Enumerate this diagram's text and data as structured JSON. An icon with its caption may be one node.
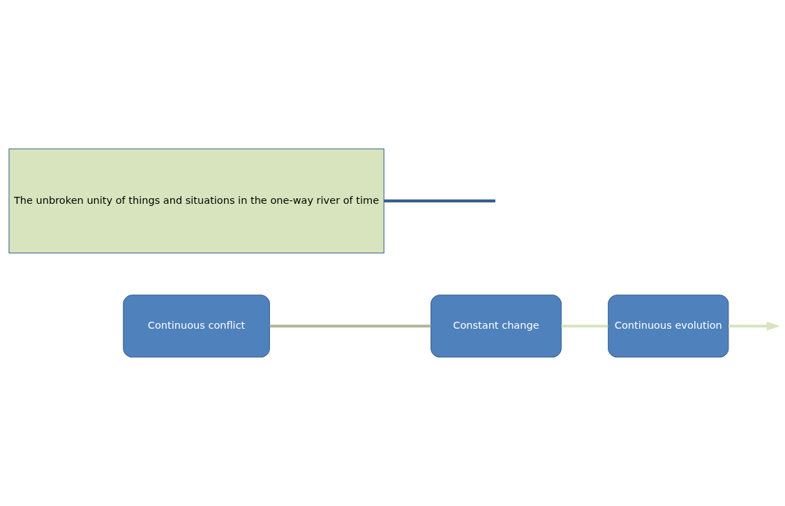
{
  "diagram": {
    "nodes": [
      {
        "text": [
          "Continuous conflict"
        ]
      },
      {
        "text": [
          "Constant change"
        ]
      },
      {
        "text": [
          "Continuous evolution"
        ]
      },
      {
        "text": [
          "The unbroken unity of things and situations in the one-way river of time"
        ]
      }
    ],
    "edges": [
      {
        "from": 0,
        "to": 1,
        "arrow": "none",
        "color": "#adb89a"
      },
      {
        "from": 1,
        "to": 2,
        "arrow": "none",
        "color": "#d7e4bd"
      },
      {
        "from": 2,
        "to": null,
        "arrow": "to",
        "color": "#d7e4bd"
      },
      {
        "from": 3,
        "to": null,
        "arrow": "none",
        "color": "#385d8a"
      }
    ]
  }
}
